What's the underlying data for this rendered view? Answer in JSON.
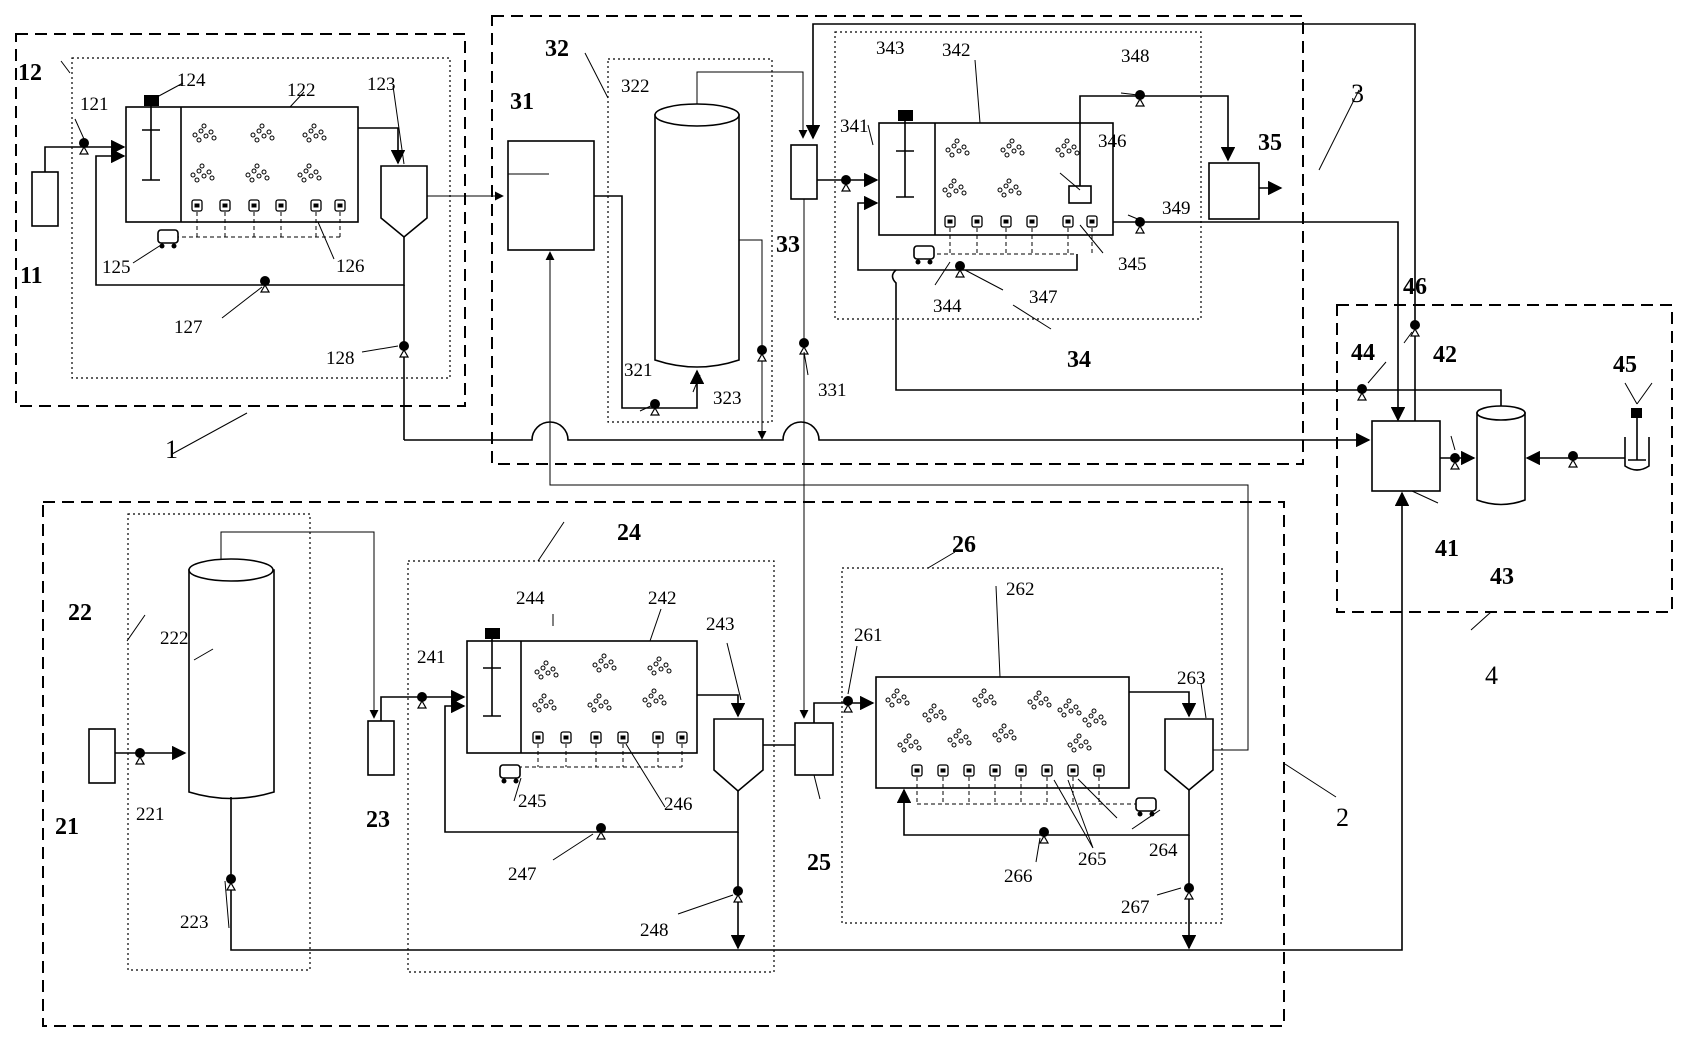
{
  "labels": {
    "l1": "1",
    "l2": "2",
    "l3": "3",
    "l4": "4",
    "l11": "11",
    "l12": "12",
    "l121": "121",
    "l122": "122",
    "l123": "123",
    "l124": "124",
    "l125": "125",
    "l126": "126",
    "l127": "127",
    "l128": "128",
    "l21": "21",
    "l22": "22",
    "l221": "221",
    "l222": "222",
    "l223": "223",
    "l23": "23",
    "l24": "24",
    "l241": "241",
    "l242": "242",
    "l243": "243",
    "l244": "244",
    "l245": "245",
    "l246": "246",
    "l247": "247",
    "l248": "248",
    "l25": "25",
    "l26": "26",
    "l261": "261",
    "l262": "262",
    "l263": "263",
    "l264": "264",
    "l265": "265",
    "l266": "266",
    "l267": "267",
    "l31": "31",
    "l32": "32",
    "l321": "321",
    "l322": "322",
    "l323": "323",
    "l33": "33",
    "l331": "331",
    "l34": "34",
    "l341": "341",
    "l342": "342",
    "l343": "343",
    "l344": "344",
    "l345": "345",
    "l346": "346",
    "l347": "347",
    "l348": "348",
    "l349": "349",
    "l35": "35",
    "l41": "41",
    "l42": "42",
    "l43": "43",
    "l44": "44",
    "l45": "45",
    "l46": "46"
  }
}
